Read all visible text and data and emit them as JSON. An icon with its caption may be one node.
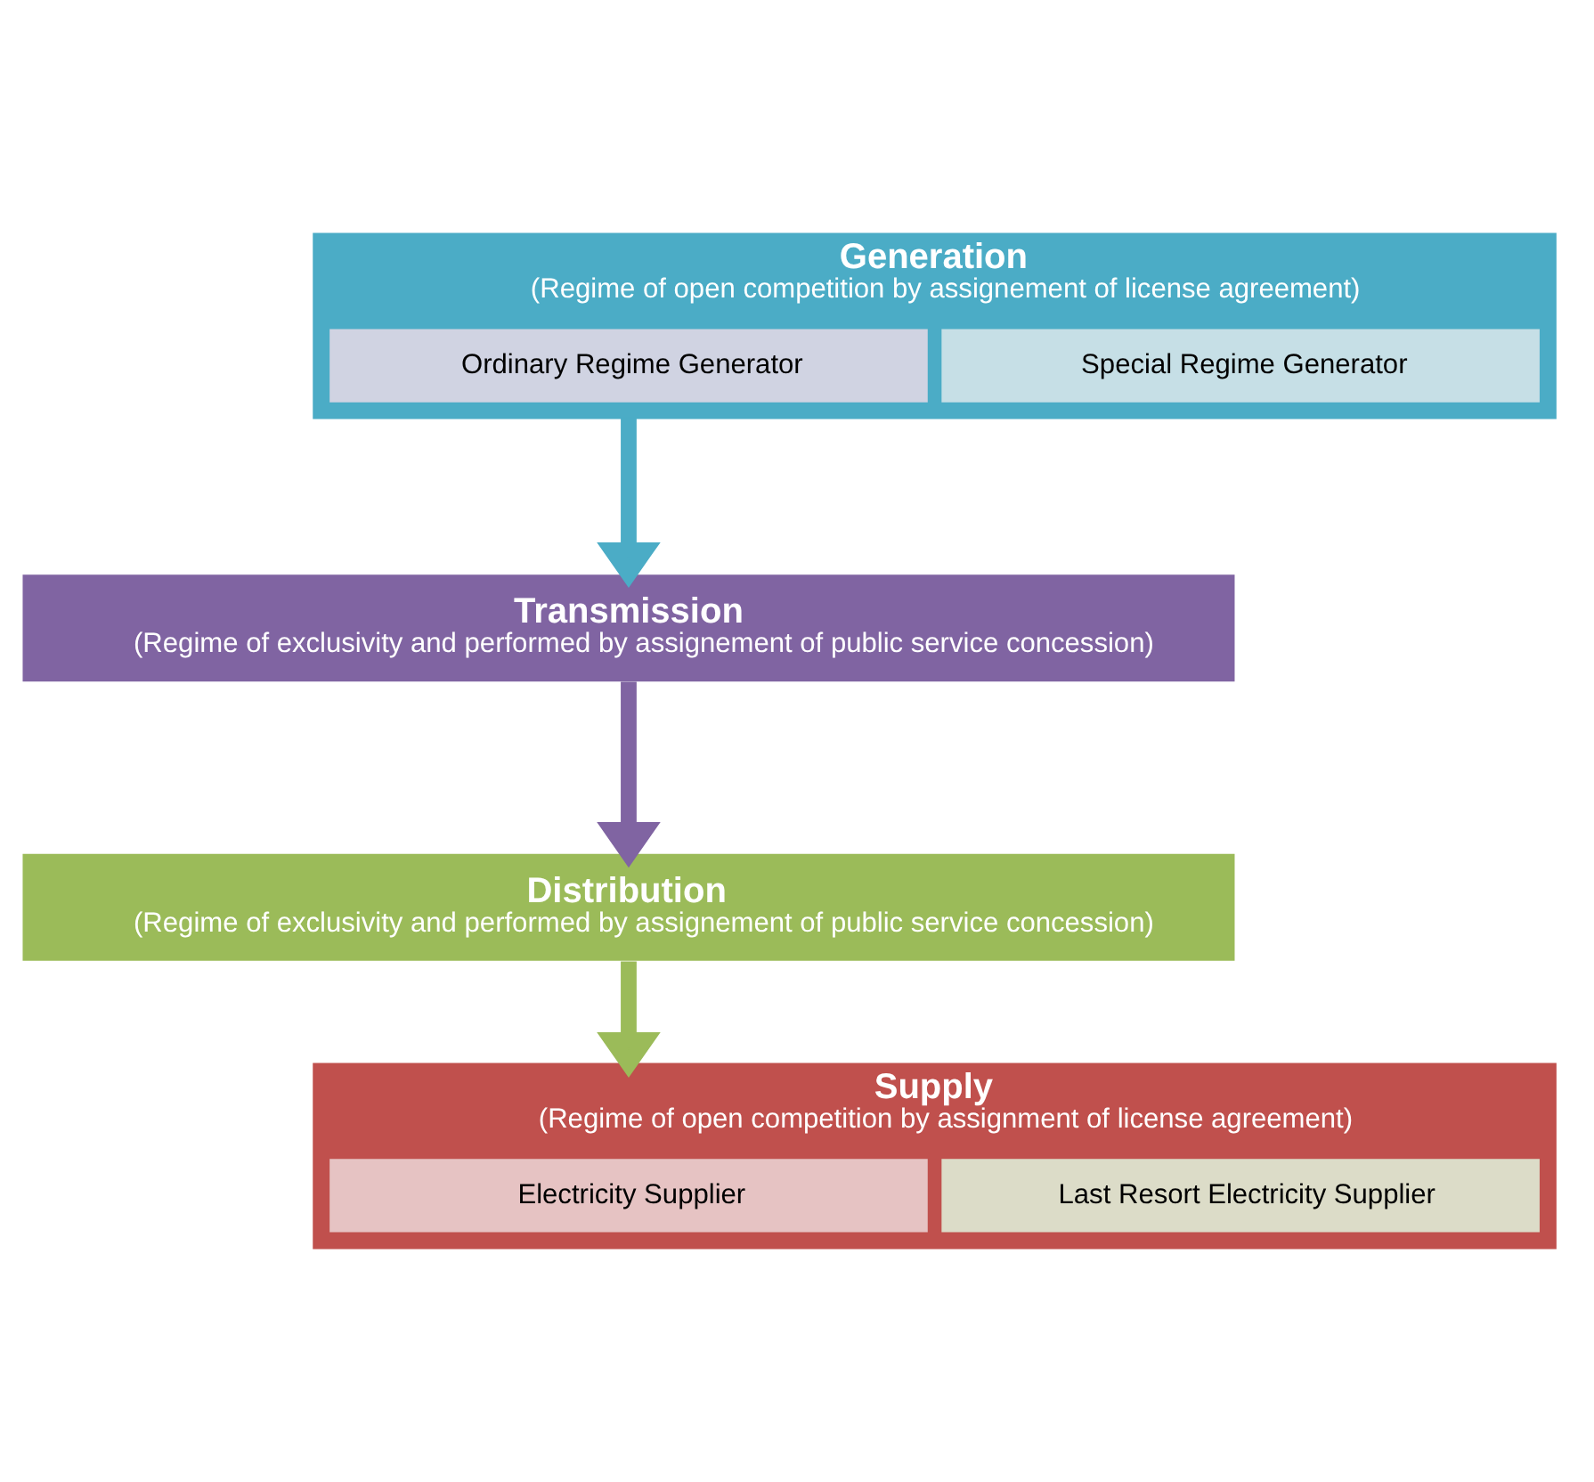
{
  "diagram": {
    "nodes": [
      {
        "text": [
          "Generation",
          "(Regime of open competition by assignement of license agreement)"
        ]
      },
      {
        "text": [
          "Ordinary Regime Generator"
        ],
        "in": 0
      },
      {
        "text": [
          "Special Regime Generator"
        ],
        "in": 0
      },
      {
        "text": [
          "Transmission",
          "(Regime of exclusivity and performed by assignement of public service concession)"
        ]
      },
      {
        "text": [
          "Distribution",
          "(Regime of exclusivity and performed by assignement of public service concession)"
        ]
      },
      {
        "text": [
          "Supply",
          "(Regime of open competition by assignment of license agreement)"
        ]
      },
      {
        "text": [
          "Electricity Supplier"
        ],
        "in": 5
      },
      {
        "text": [
          "Last Resort Electricity Supplier"
        ],
        "in": 5
      }
    ],
    "edges": [
      {
        "from": 0,
        "to": 3,
        "arrow": "to",
        "color": "#4bacc6"
      },
      {
        "from": 3,
        "to": 4,
        "arrow": "to",
        "color": "#8064a2"
      },
      {
        "from": 4,
        "to": 5,
        "arrow": "to",
        "color": "#9bbb59"
      }
    ]
  }
}
